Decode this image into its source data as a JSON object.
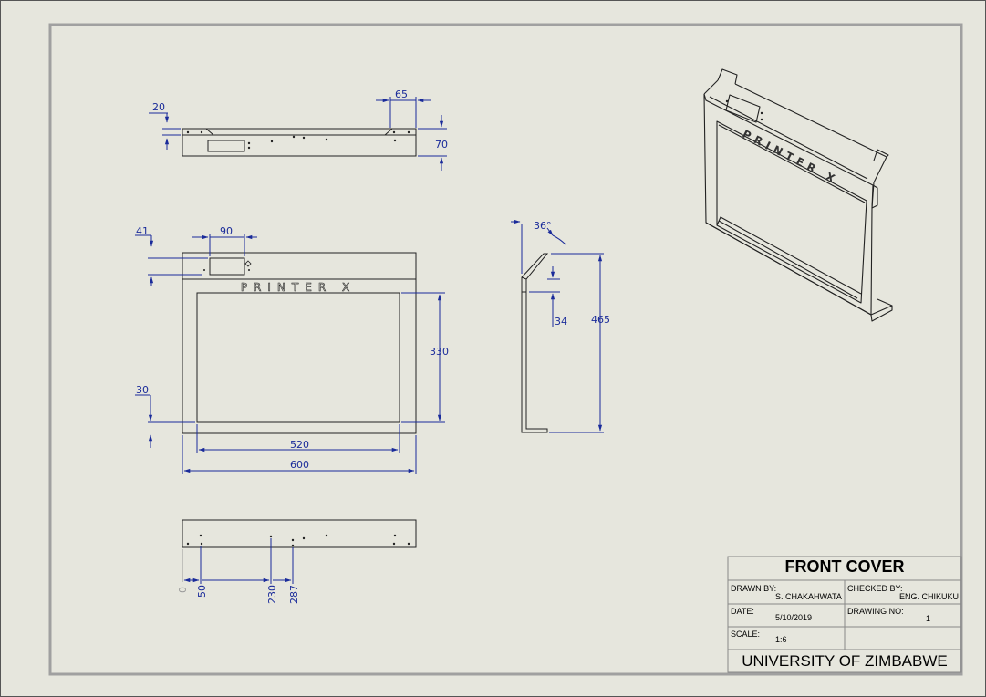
{
  "title_block": {
    "title": "FRONT COVER",
    "drawn_by_label": "DRAWN BY:",
    "drawn_by": "S. CHAKAHWATA",
    "checked_by_label": "CHECKED BY:",
    "checked_by": "ENG. CHIKUKU",
    "date_label": "DATE:",
    "date": "5/10/2019",
    "drawing_no_label": "DRAWING NO:",
    "drawing_no": "1",
    "scale_label": "SCALE:",
    "scale": "1:6",
    "organization": "UNIVERSITY OF ZIMBABWE"
  },
  "panel_text": "PRINTER X",
  "dimensions": {
    "top_view": {
      "d20": "20",
      "d65": "65",
      "d70": "70"
    },
    "front_view": {
      "d41": "41",
      "d90": "90",
      "d330": "330",
      "d30": "30",
      "d520": "520",
      "d600": "600"
    },
    "side_view": {
      "angle": "36°",
      "d34": "34",
      "d465": "465"
    },
    "bottom_view": {
      "d0": "0",
      "d50": "50",
      "d230": "230",
      "d287": "287"
    }
  },
  "colors": {
    "sheet_bg": "#e6e6dd",
    "line": "#222222",
    "dimension": "#1a2b9a",
    "border": "#9a9a9a"
  }
}
